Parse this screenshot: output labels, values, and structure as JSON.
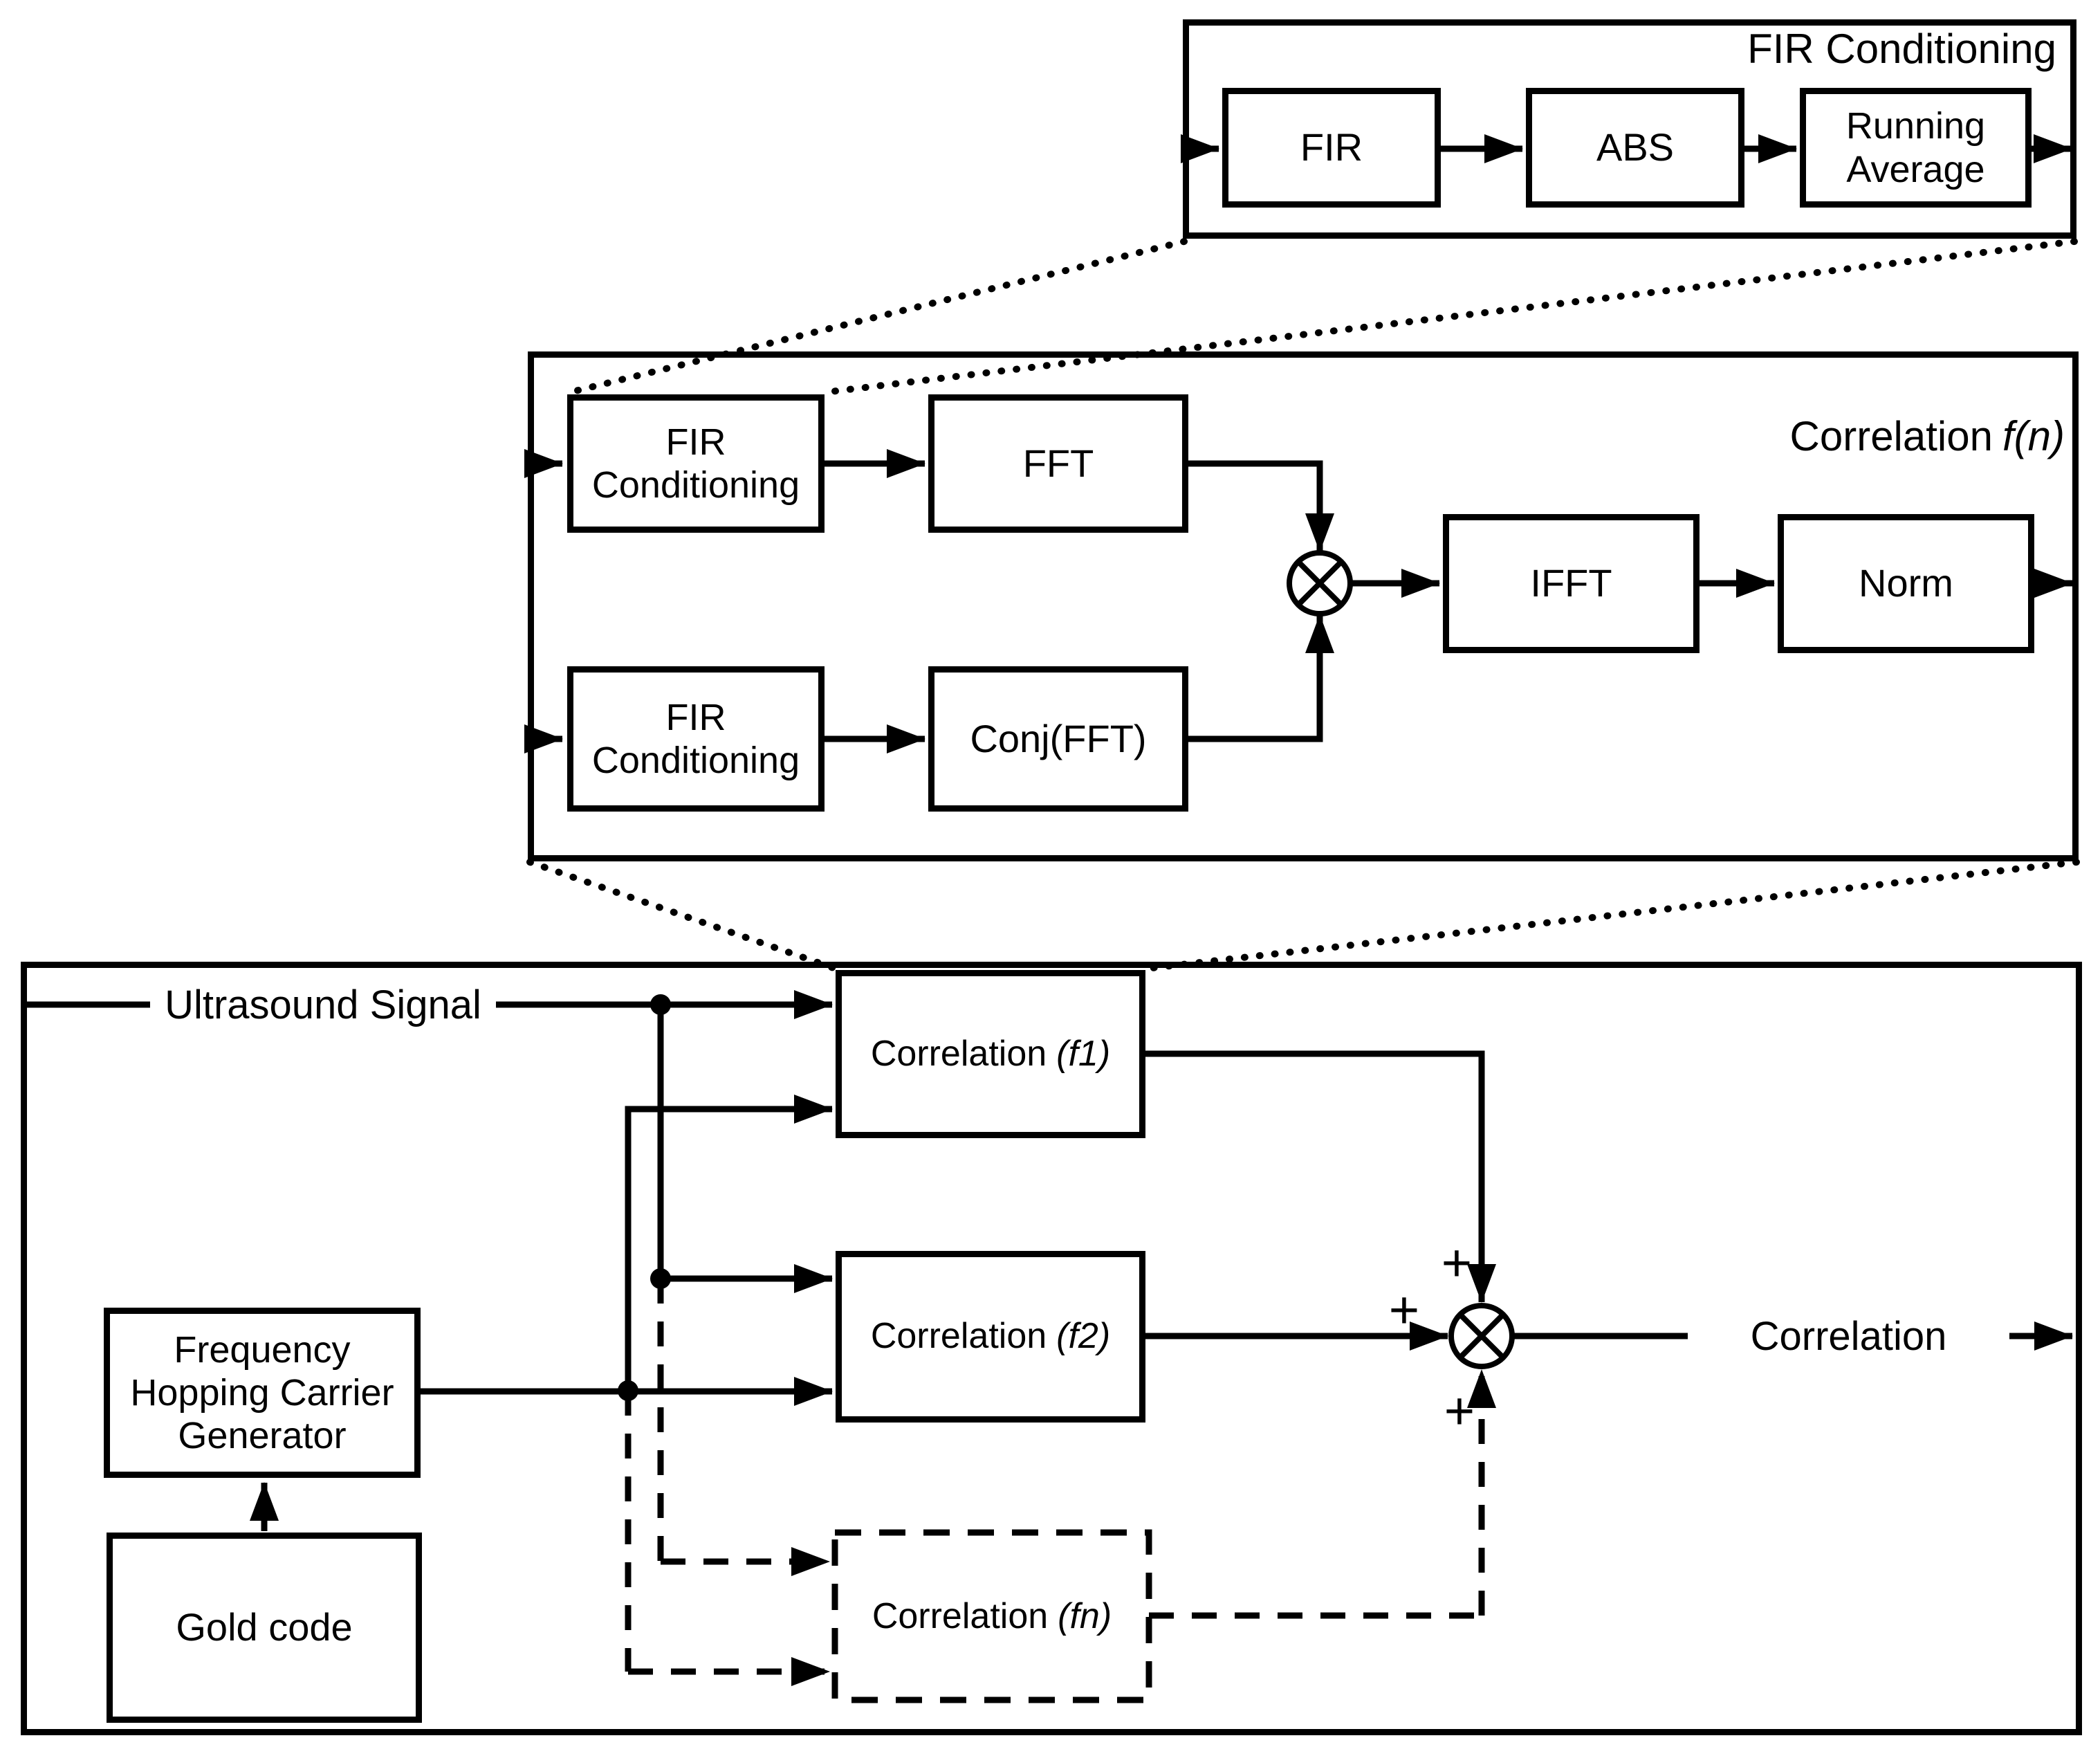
{
  "colors": {
    "ink": "#000000",
    "background": "#ffffff"
  },
  "top_panel": {
    "title": "FIR Conditioning",
    "fir_label": "FIR",
    "abs_label": "ABS",
    "running_avg_line1": "Running",
    "running_avg_line2": "Average"
  },
  "middle_panel": {
    "title_text": "Correlation",
    "title_italic": "f(n)",
    "fir_cond_line1": "FIR",
    "fir_cond_line2": "Conditioning",
    "fft_label": "FFT",
    "conj_fft_label": "Conj(FFT)",
    "ifft_label": "IFFT",
    "norm_label": "Norm"
  },
  "main_panel": {
    "ultrasound_label": "Ultrasound Signal",
    "corr_f1_text": "Correlation",
    "corr_f1_italic": "(f1)",
    "corr_f2_text": "Correlation",
    "corr_f2_italic": "(f2)",
    "corr_fn_text": "Correlation",
    "corr_fn_italic": "(fn)",
    "fhcg_line1": "Frequency",
    "fhcg_line2": "Hopping Carrier",
    "fhcg_line3": "Generator",
    "gold_code_label": "Gold code",
    "output_label": "Correlation",
    "plus_top": "+",
    "plus_left": "+",
    "plus_bottom": "+"
  }
}
